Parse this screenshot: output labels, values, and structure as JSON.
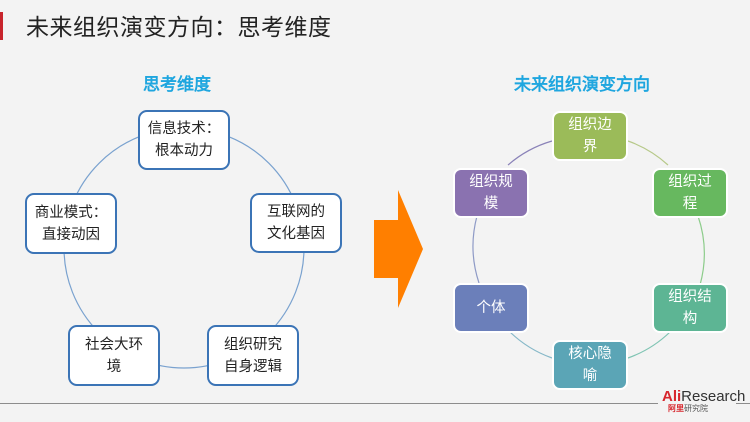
{
  "page": {
    "title": "未来组织演变方向：思考维度"
  },
  "left_section": {
    "title": "思考维度",
    "nodes": [
      {
        "line1": "信息技术：",
        "line2": "根本动力"
      },
      {
        "line1": "互联网的",
        "line2": "文化基因"
      },
      {
        "line1": "组织研究",
        "line2": "自身逻辑"
      },
      {
        "line1": "社会大环",
        "line2": "境"
      },
      {
        "line1": "商业模式：",
        "line2": "直接动因"
      }
    ],
    "border_color": "#3b74b6"
  },
  "arrow": {
    "color": "#ff7f00",
    "icon": "right-arrow-icon"
  },
  "right_section": {
    "title": "未来组织演变方向",
    "nodes": [
      {
        "line1": "组织边",
        "line2": "界",
        "color": "#9bbb59"
      },
      {
        "line1": "组织过",
        "line2": "程",
        "color": "#67b85f"
      },
      {
        "line1": "组织结",
        "line2": "构",
        "color": "#5db594"
      },
      {
        "line1": "核心隐",
        "line2": "喻",
        "color": "#5ba5b6"
      },
      {
        "line1": "个体",
        "line2": "",
        "color": "#6b7fba"
      },
      {
        "line1": "组织规",
        "line2": "模",
        "color": "#8a72b0"
      }
    ]
  },
  "footer": {
    "logo_ali": "Ali",
    "logo_research": "Research",
    "logo_cn_red": "阿里",
    "logo_cn": "研究院"
  },
  "colors": {
    "accent_red": "#c8242c",
    "section_title": "#1fa6df",
    "background": "#f3f3f3"
  }
}
